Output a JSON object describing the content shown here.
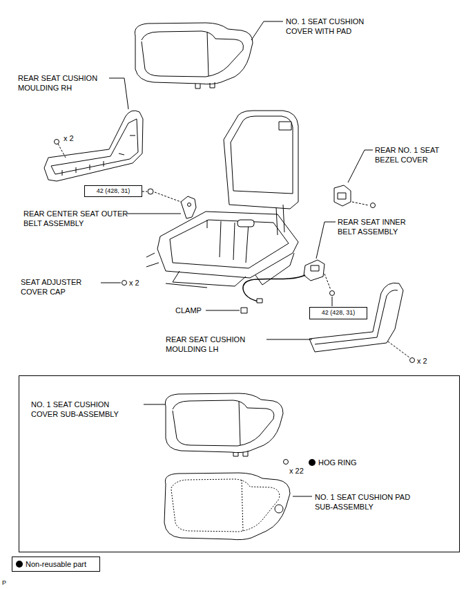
{
  "diagram": {
    "nodes": [
      {
        "text": [
          "42 (428, 31)"
        ]
      },
      {
        "text": [
          "42 (428, 31)"
        ]
      },
      {
        "text": [
          "NO. 1 SEAT CUSHION COVER SUB-ASSEMBLY",
          "x 22",
          "HOG RING",
          "NO. 1 SEAT CUSHION PAD SUB-ASSEMBLY"
        ]
      }
    ],
    "labels": [
      "NO. 1 SEAT CUSHION COVER WITH PAD",
      "REAR SEAT CUSHION MOULDING RH",
      "x 2",
      "REAR NO. 1 SEAT BEZEL COVER",
      "REAR CENTER SEAT OUTER BELT ASSEMBLY",
      "REAR SEAT INNER BELT ASSEMBLY",
      "SEAT ADJUSTER COVER CAP",
      "x 2",
      "CLAMP",
      "REAR SEAT CUSHION MOULDING LH",
      "x 2",
      "P"
    ],
    "legend": [
      {
        "text": "Non-reusable part",
        "color": "#000000"
      }
    ]
  }
}
